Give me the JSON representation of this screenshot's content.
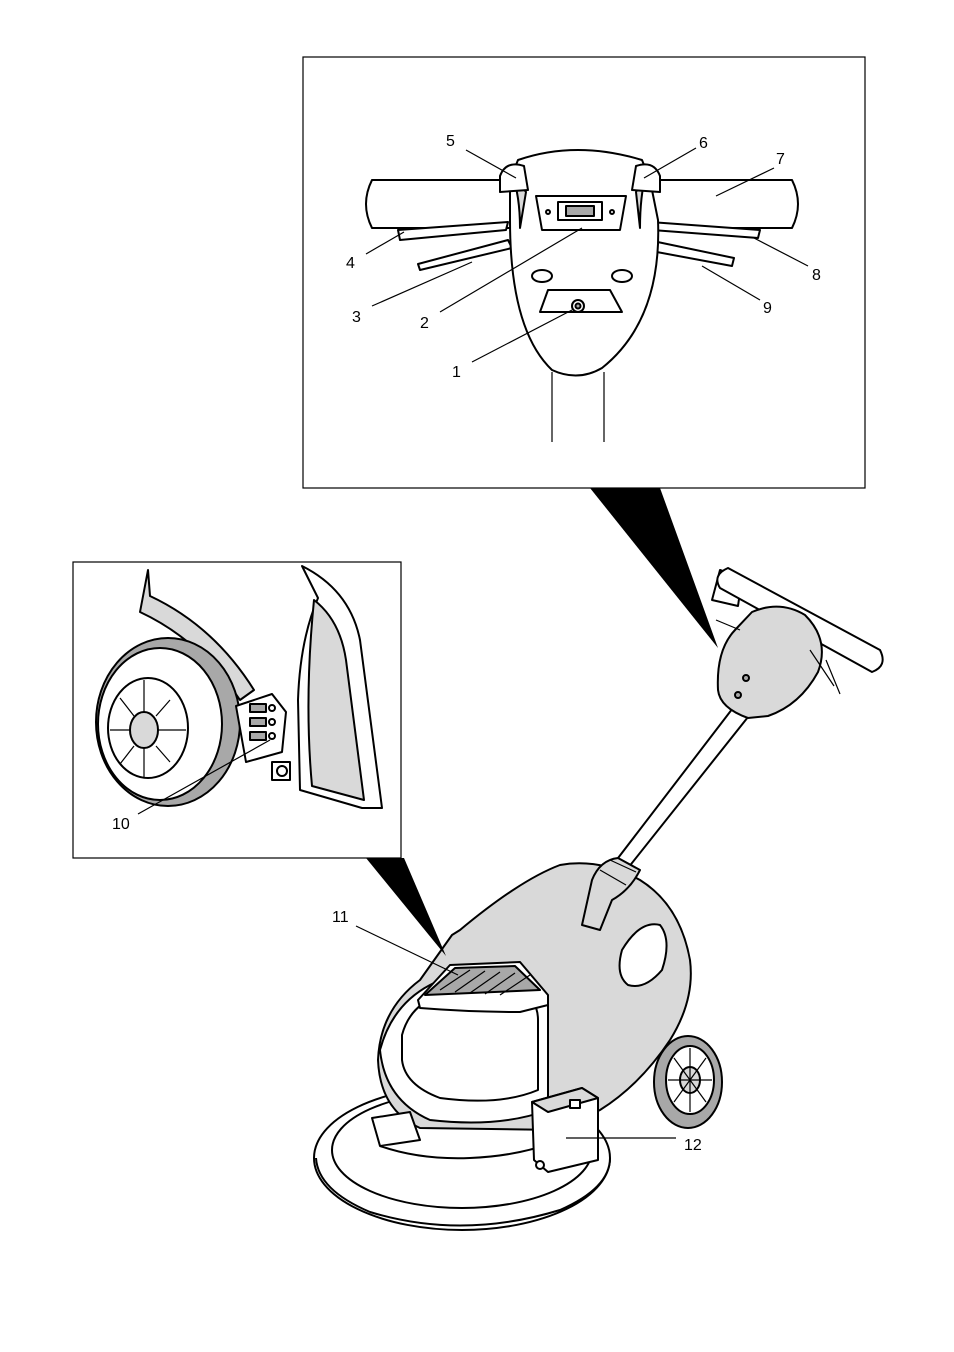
{
  "labels": {
    "c1": "1",
    "c2": "2",
    "c3": "3",
    "c4": "4",
    "c5": "5",
    "c6": "6",
    "c7": "7",
    "c8": "8",
    "c9": "9",
    "c10": "10",
    "c11": "11",
    "c12": "12"
  },
  "colors": {
    "ink": "#000000",
    "paper": "#ffffff",
    "shade_light": "#d9d9d9",
    "shade_dark": "#a8a8a8"
  }
}
